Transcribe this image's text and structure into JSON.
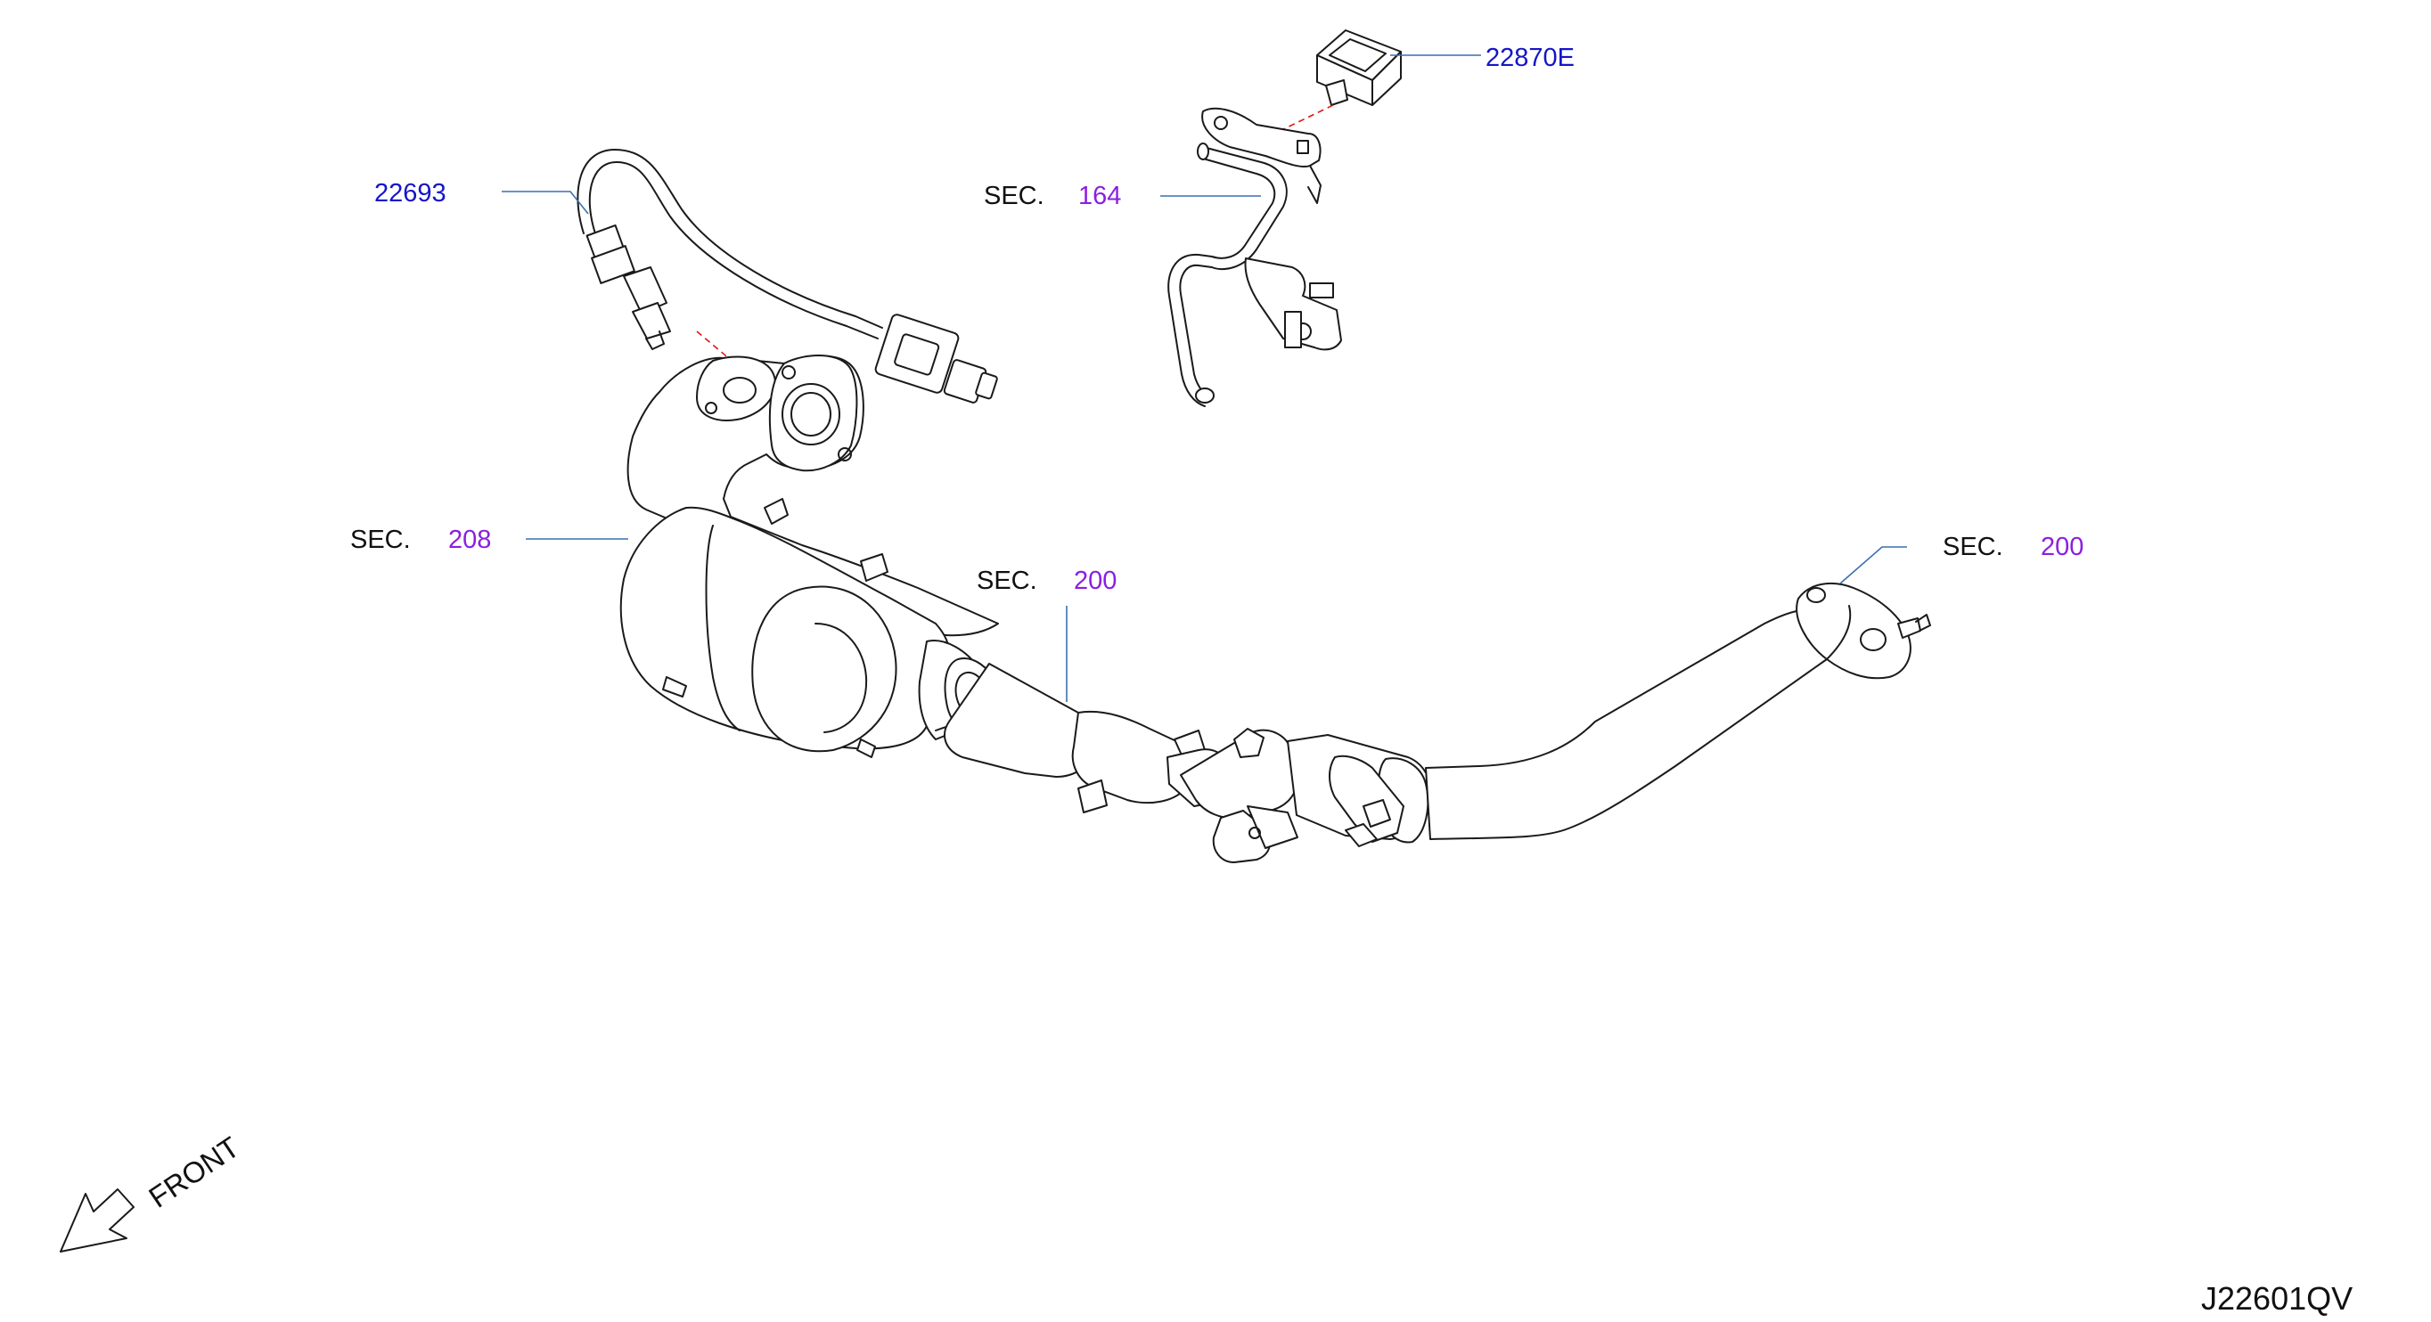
{
  "colors": {
    "part_number": "#1515c8",
    "section_number": "#8a1fe0",
    "section_label": "#111111",
    "leader_line": "#3a6fb0",
    "dash_line": "#e01515"
  },
  "callouts": {
    "sensor_22693": {
      "part_number": "22693"
    },
    "sensor_22870e": {
      "part_number": "22870E"
    },
    "sec_164": {
      "label": "SEC.",
      "number": "164"
    },
    "sec_208": {
      "label": "SEC.",
      "number": "208"
    },
    "sec_200_mid": {
      "label": "SEC.",
      "number": "200"
    },
    "sec_200_right": {
      "label": "SEC.",
      "number": "200"
    }
  },
  "front_indicator": {
    "text": "FRONT",
    "icon": "front-arrow-icon"
  },
  "diagram_code": "J22601QV"
}
